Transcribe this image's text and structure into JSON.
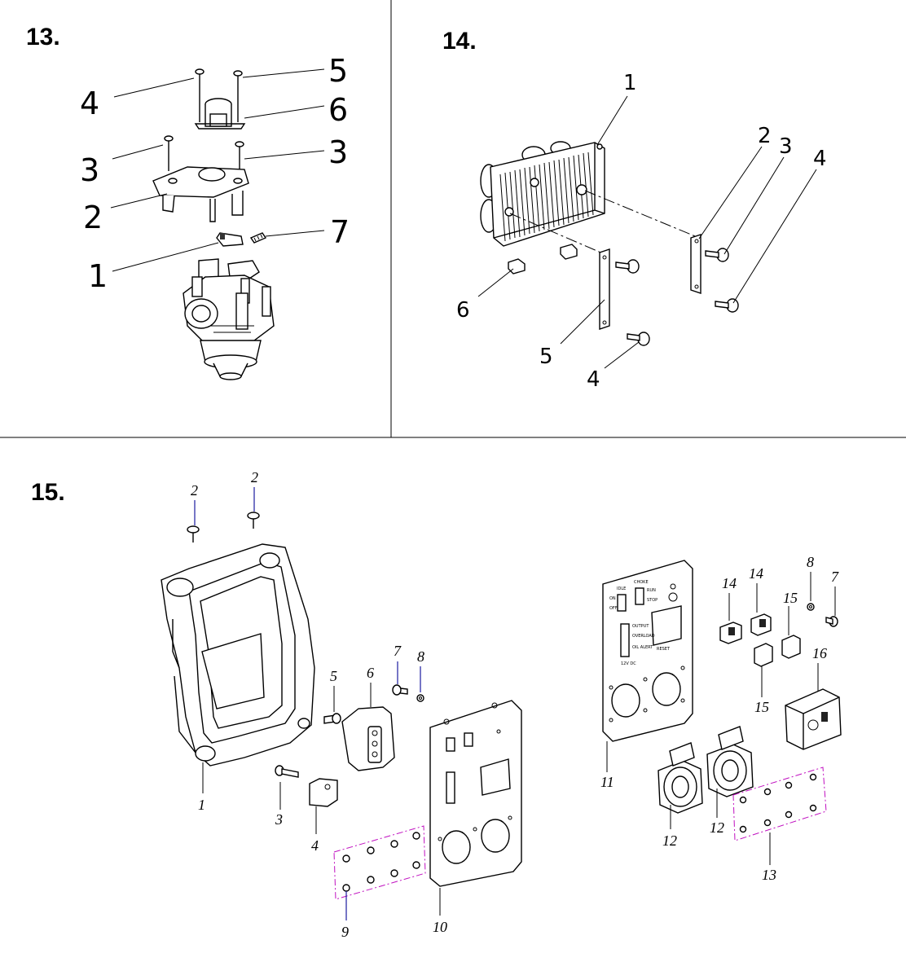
{
  "panels": [
    {
      "label": "13.",
      "callouts": [
        "5",
        "4",
        "6",
        "3",
        "3",
        "2",
        "7",
        "1"
      ]
    },
    {
      "label": "14.",
      "callouts": [
        "1",
        "2",
        "3",
        "4",
        "6",
        "5",
        "4"
      ]
    },
    {
      "label": "15.",
      "callouts": [
        "2",
        "2",
        "7",
        "8",
        "5",
        "6",
        "1",
        "3",
        "4",
        "9",
        "10",
        "14",
        "14",
        "8",
        "7",
        "15",
        "15",
        "16",
        "11",
        "12",
        "12",
        "13"
      ]
    }
  ],
  "panel_tiles": {
    "p15_right_plate": [
      "IDLE",
      "ON",
      "OFF",
      "CHOKE",
      "RUN",
      "STOP",
      "OUTPUT",
      "OVERLOAD",
      "OIL ALERT",
      "RESET",
      "12V DC"
    ]
  }
}
